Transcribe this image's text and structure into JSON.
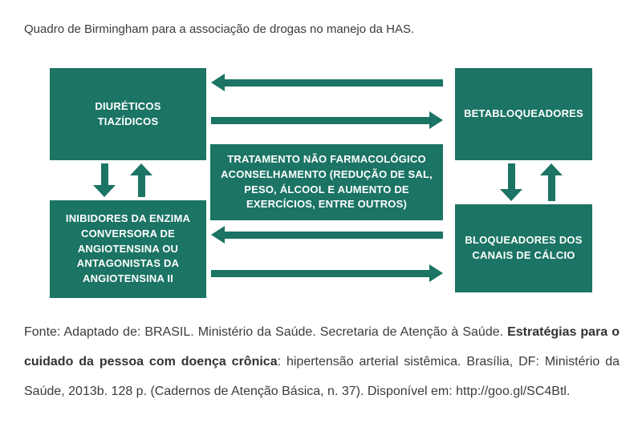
{
  "caption": "Quadro de Birmingham para a associação de drogas no manejo da HAS.",
  "diagram": {
    "box_top_left": "DIURÉTICOS TIAZÍDICOS",
    "box_top_right": "BETABLOQUEADORES",
    "box_center": "TRATAMENTO NÃO FARMACOLÓGICO ACONSELHAMENTO (REDUÇÃO DE SAL, PESO, ÁLCOOL E AUMENTO DE EXERCÍCIOS, ENTRE OUTROS)",
    "box_bottom_left": "INIBIDORES DA ENZIMA CONVERSORA DE ANGIOTENSINA OU ANTAGONISTAS DA ANGIOTENSINA II",
    "box_bottom_right": "BLOQUEADORES DOS CANAIS DE CÁLCIO",
    "colors": {
      "box_fill": "#1b7464",
      "box_text": "#ffffff",
      "arrow": "#1b7464",
      "background": "#ffffff"
    }
  },
  "footer": {
    "prefix": "Fonte: Adaptado de: BRASIL. Ministério da Saúde. Secretaria de Atenção à Saúde. ",
    "bold": "Estratégias para o cuidado da pessoa com doença crônica",
    "suffix": ": hipertensão arterial sistêmica. Brasília, DF: Ministério da Saúde, 2013b. 128 p. (Cadernos de Atenção Básica, n. 37). Disponível em: http://goo.gl/SC4Btl."
  }
}
